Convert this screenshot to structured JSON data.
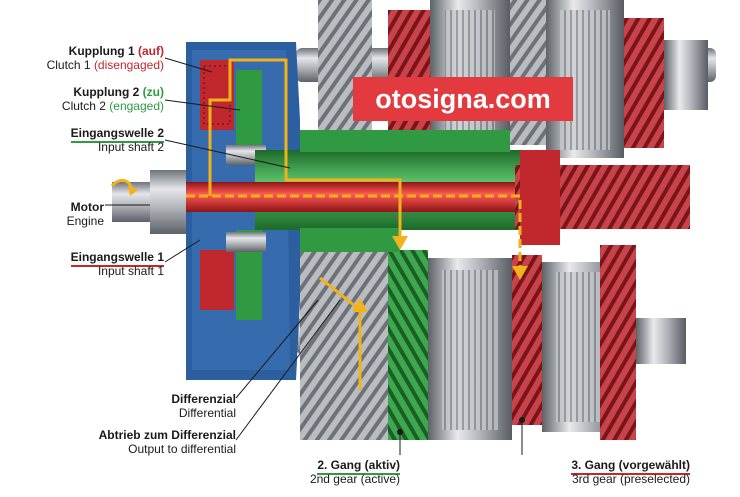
{
  "watermark": "otosigna.com",
  "labels": {
    "clutch1_de_main": "Kupplung 1",
    "clutch1_de_state": "(auf)",
    "clutch1_en_main": "Clutch 1",
    "clutch1_en_state": "(disengaged)",
    "clutch2_de_main": "Kupplung 2",
    "clutch2_de_state": "(zu)",
    "clutch2_en_main": "Clutch 2",
    "clutch2_en_state": "(engaged)",
    "input2_de": "Eingangswelle 2",
    "input2_en": "Input shaft 2",
    "motor_de": "Motor",
    "motor_en": "Engine",
    "input1_de": "Eingangswelle 1",
    "input1_en": "Input shaft 1",
    "diff_de": "Differenzial",
    "diff_en": "Differential",
    "output_de": "Abtrieb zum Differenzial",
    "output_en": "Output to differential",
    "gear2_de": "2. Gang (aktiv)",
    "gear2_en": "2nd gear (active)",
    "gear3_de": "3. Gang (vorgewählt)",
    "gear3_en": "3rd gear (preselected)"
  },
  "colors": {
    "clutch1": "#c0282d",
    "clutch2": "#2f9a41",
    "power_flow": "#f2b21b",
    "housing": "#2c5fa0",
    "steel": "#a9adb3"
  }
}
